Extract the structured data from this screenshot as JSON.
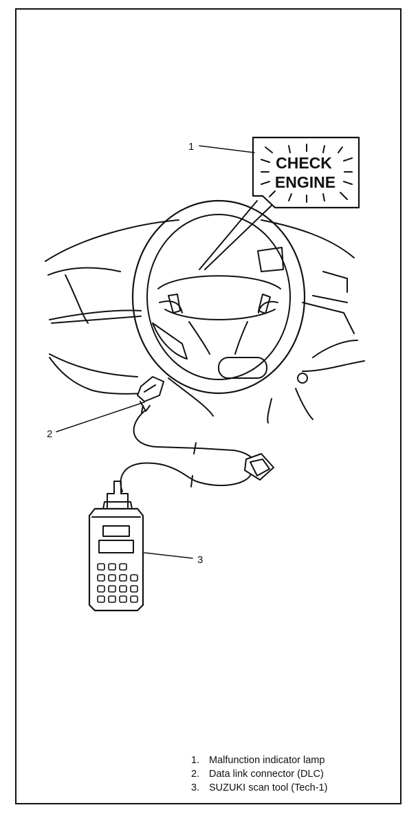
{
  "mil_panel": {
    "line1": "CHECK",
    "line2": "ENGINE"
  },
  "callouts": [
    "1",
    "2",
    "3"
  ],
  "legend": [
    {
      "num": "1.",
      "text": "Malfunction indicator lamp"
    },
    {
      "num": "2.",
      "text": "Data link connector (DLC)"
    },
    {
      "num": "3.",
      "text": "SUZUKI scan tool (Tech-1)"
    }
  ]
}
